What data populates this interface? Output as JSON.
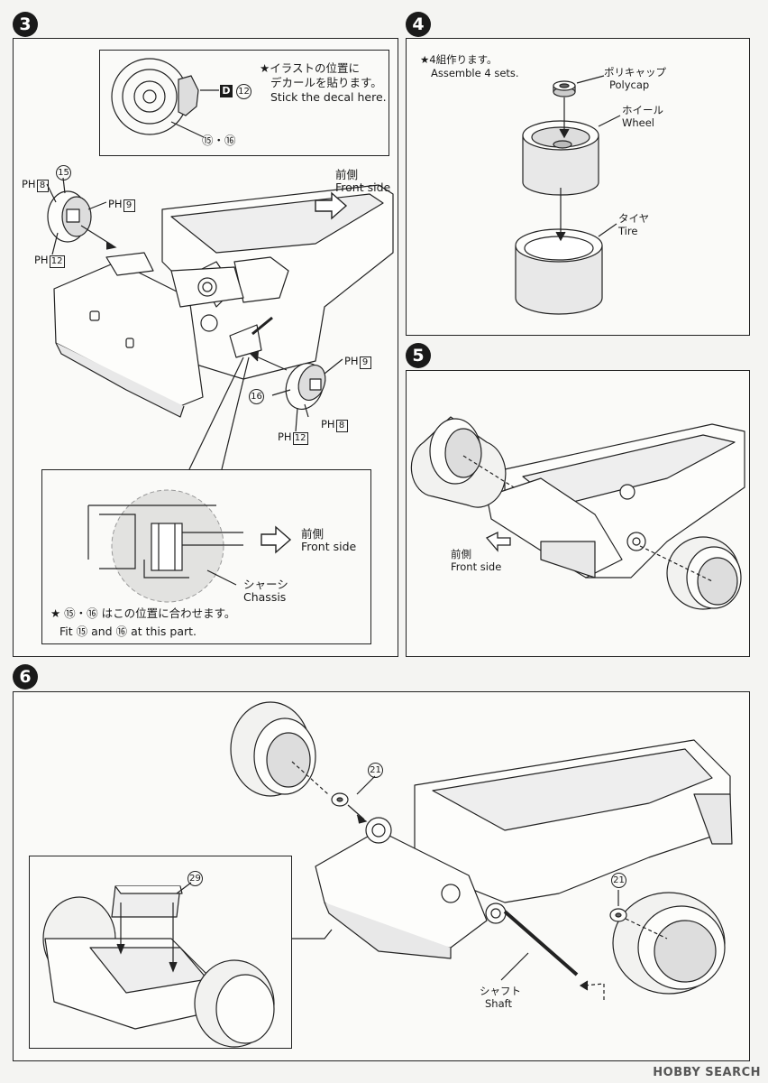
{
  "steps": {
    "s3": "3",
    "s4": "4",
    "s5": "5",
    "s6": "6"
  },
  "step3": {
    "decal_note_jp": "★イラストの位置に",
    "decal_note_jp2": "デカールを貼ります。",
    "decal_note_en": "Stick the decal here.",
    "decal_letter": "D",
    "decal_num": "12",
    "wheel_parts": "⑮・⑯",
    "part15": "15",
    "part16": "16",
    "ph": "PH",
    "ph8": "8",
    "ph9": "9",
    "ph12": "12",
    "front_jp": "前側",
    "front_en": "Front side",
    "detail_front_jp": "前側",
    "detail_front_en": "Front side",
    "chassis_jp": "シャーシ",
    "chassis_en": "Chassis",
    "fit_jp": "★ ⑮・⑯ はこの位置に合わせます。",
    "fit_en": "Fit ⑮ and ⑯ at this part."
  },
  "step4": {
    "note_jp": "★4組作ります。",
    "note_en": "Assemble 4 sets.",
    "polycap_jp": "ポリキャップ",
    "polycap_en": "Polycap",
    "wheel_jp": "ホイール",
    "wheel_en": "Wheel",
    "tire_jp": "タイヤ",
    "tire_en": "Tire"
  },
  "step5": {
    "front_jp": "前側",
    "front_en": "Front side"
  },
  "step6": {
    "part21a": "21",
    "part21b": "21",
    "part29": "29",
    "shaft_jp": "シャフト",
    "shaft_en": "Shaft"
  },
  "watermark": "HOBBY SEARCH"
}
